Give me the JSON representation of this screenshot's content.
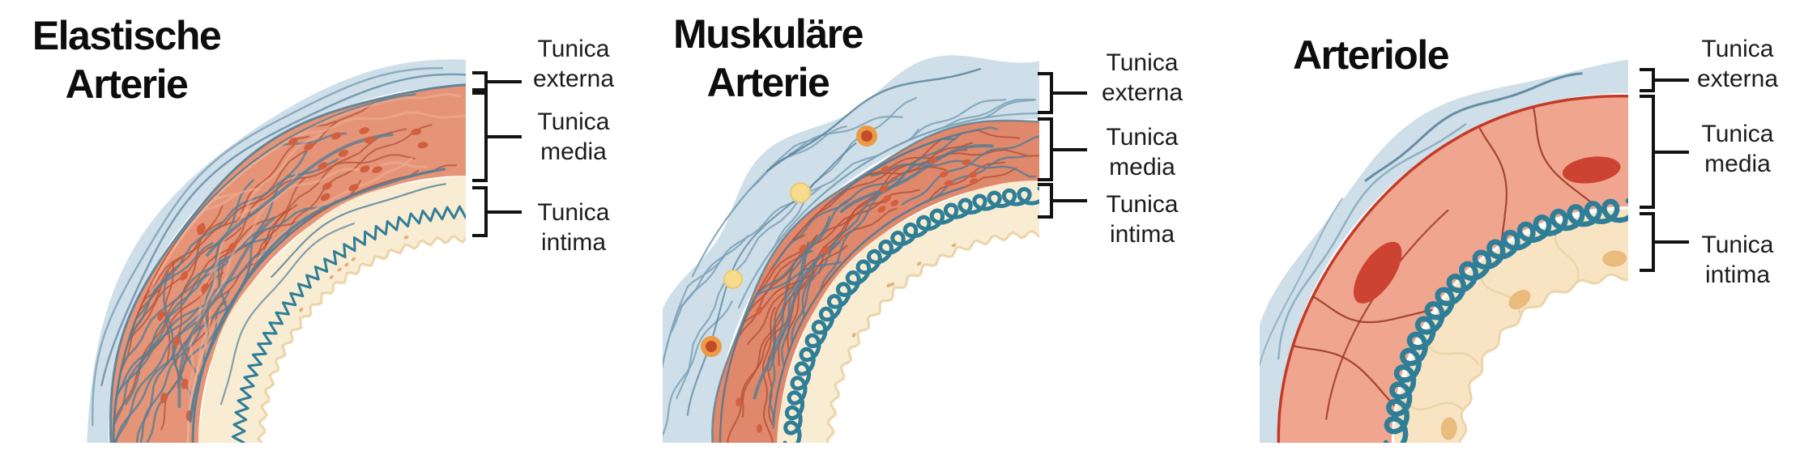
{
  "panels": [
    {
      "id": "elastic-artery",
      "title_lines": [
        "Elastische",
        "Arterie"
      ],
      "labels": {
        "externa": [
          "Tunica",
          "externa"
        ],
        "media": [
          "Tunica",
          "media"
        ],
        "intima": [
          "Tunica",
          "intima"
        ]
      }
    },
    {
      "id": "muscular-artery",
      "title_lines": [
        "Muskuläre",
        "Arterie"
      ],
      "labels": {
        "externa": [
          "Tunica",
          "externa"
        ],
        "media": [
          "Tunica",
          "media"
        ],
        "intima": [
          "Tunica",
          "intima"
        ]
      }
    },
    {
      "id": "arteriole",
      "title_lines": [
        "Arteriole"
      ],
      "labels": {
        "externa": [
          "Tunica",
          "externa"
        ],
        "media": [
          "Tunica",
          "media"
        ],
        "intima": [
          "Tunica",
          "intima"
        ]
      }
    }
  ],
  "colors": {
    "background": "#ffffff",
    "title_text": "#0d0d0d",
    "label_text": "#1c1c1c",
    "bracket": "#121212",
    "externa_fill": "#cfdfe9",
    "externa_fiber": "#7fa5ba",
    "externa_fiber_dark": "#527f98",
    "media_fill": "#e59478",
    "media_fill2": "#df886c",
    "media_fill3": "#efa58e",
    "fiber_red": "#b5543a",
    "fiber_slate": "#587e93",
    "nucleus_dot": "#d2603f",
    "intima_fill": "#f8ecd3",
    "intima_fill3": "#f8e4c3",
    "intima_edge": "#ecd5a9",
    "elastic_membrane": "#2f7e97",
    "cell_yellow": "#f6dc8c",
    "cell_yellow_edge": "#e8cb70",
    "cell_orange": "#ec9a43",
    "cell_orange_core": "#c24b2c",
    "arteriole_rim": "#c33b28",
    "arteriole_cell_line": "#9c3a28",
    "arteriole_nucleus": "#cd4331",
    "endothelial_nucleus": "#e9bb7d",
    "intima_dot": "#e2b077",
    "media_highlight": "#f0b095"
  }
}
